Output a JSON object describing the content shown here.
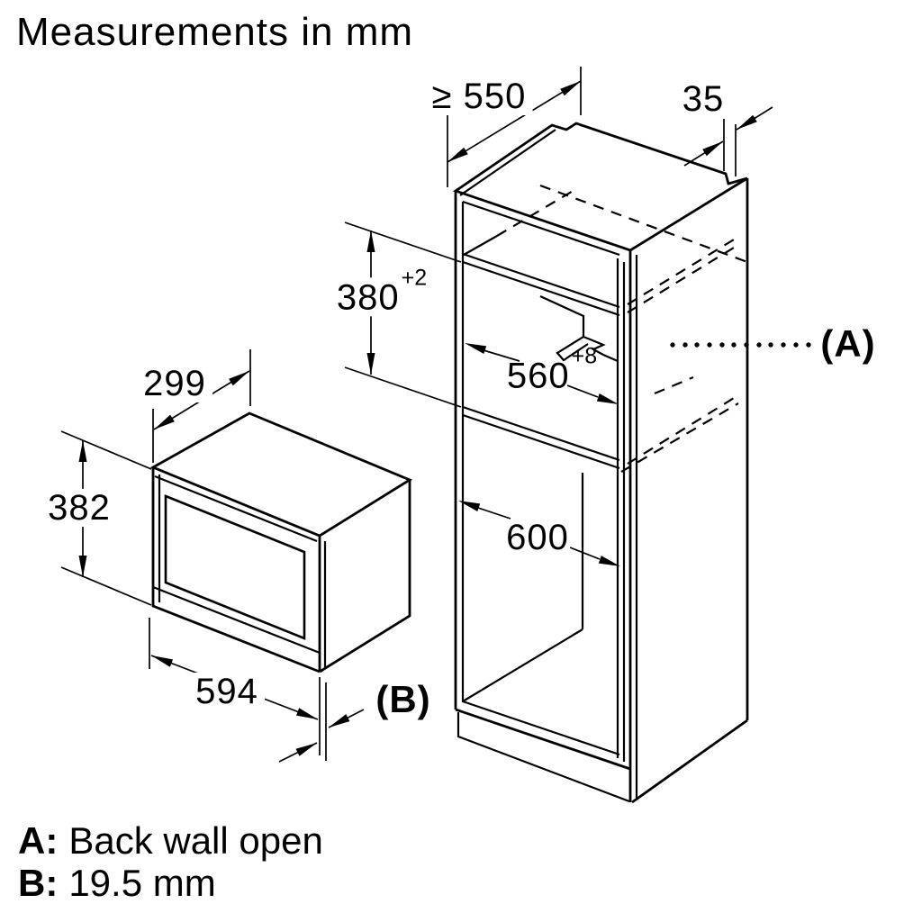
{
  "title": "Measurements in mm",
  "dims": {
    "depth_min": "≥ 550",
    "rear_rail": "35",
    "niche_height": {
      "v": "380",
      "tol": "+2"
    },
    "niche_width": {
      "v": "560",
      "tol": "+8"
    },
    "lower_niche_height": "600",
    "appliance_depth": "299",
    "appliance_height": "382",
    "appliance_width": "594"
  },
  "callouts": {
    "a": "(A)",
    "b": "(B)"
  },
  "legend": {
    "a_key": "A:",
    "a_text": "Back wall open",
    "b_key": "B:",
    "b_text": "19.5 mm"
  },
  "colors": {
    "line": "#000000",
    "background": "#ffffff"
  }
}
